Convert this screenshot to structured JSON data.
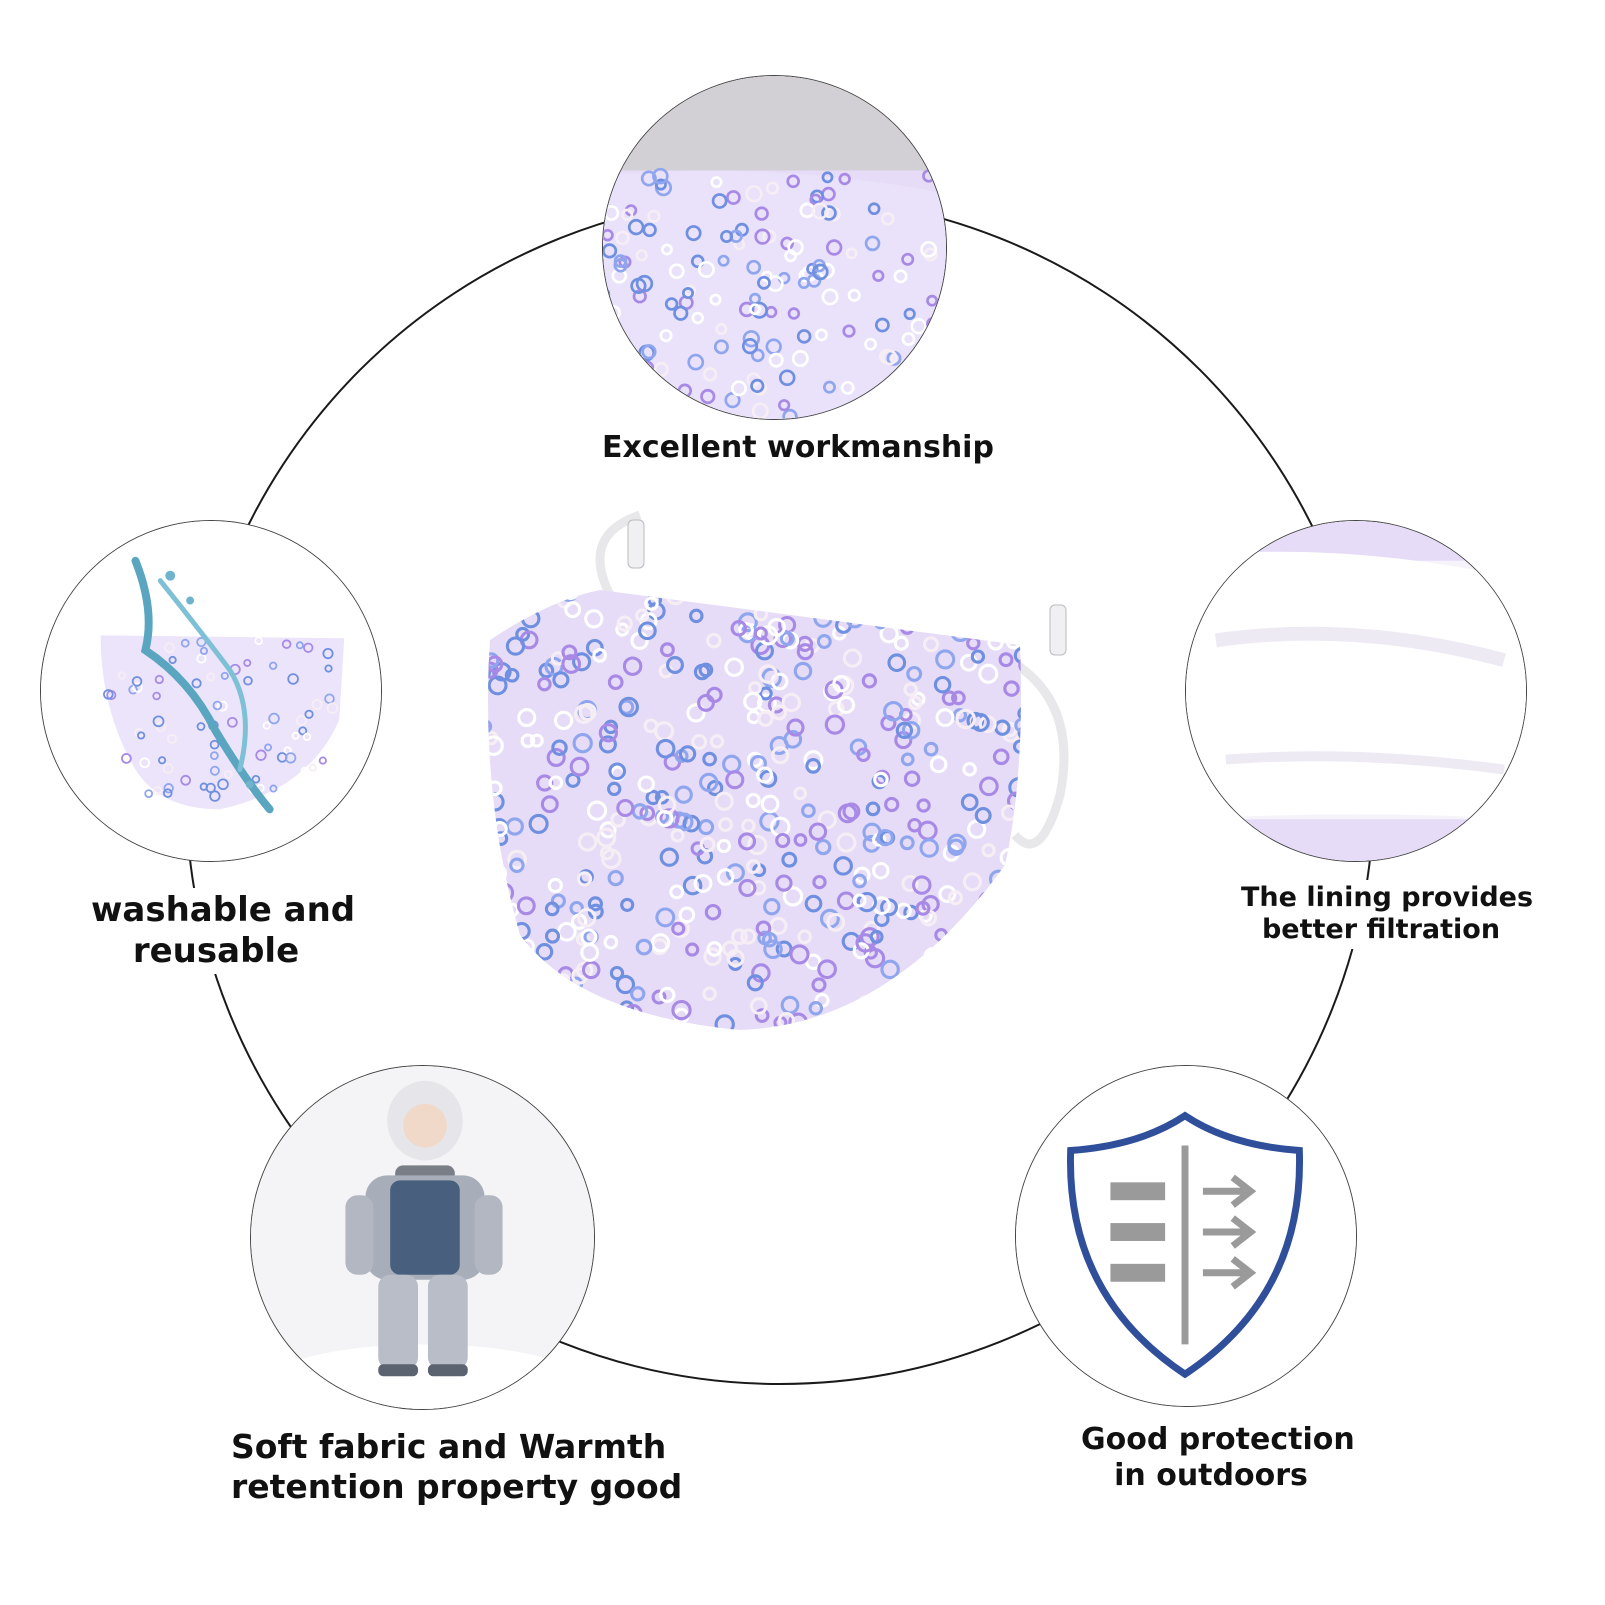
{
  "features": {
    "workmanship": {
      "label": "Excellent workmanship"
    },
    "washable": {
      "line1": "washable and",
      "line2": "reusable"
    },
    "lining": {
      "line1": "The lining provides",
      "line2": "better filtration"
    },
    "soft": {
      "line1": "Soft fabric and Warmth",
      "line2": "retention property good"
    },
    "protection": {
      "line1": "Good protection",
      "line2": "in outdoors"
    }
  },
  "colors": {
    "sequin_base": "#e6dcf7",
    "sequin_blue": "#6f8fe0",
    "sequin_violet": "#a88ae6",
    "shield_blue": "#2f4f9a",
    "shield_gray": "#9a9a9a",
    "ring": "#1a1a1a"
  },
  "icons": {
    "protection": "shield-filtration-icon"
  }
}
